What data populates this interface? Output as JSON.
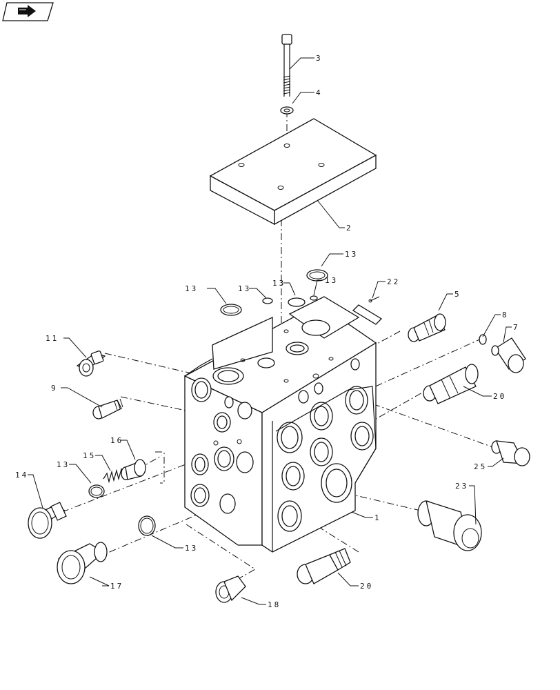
{
  "labels": {
    "p1": "1",
    "p2": "2",
    "p3": "3",
    "p4": "4",
    "p5": "5",
    "p7": "7",
    "p8": "8",
    "p9": "9",
    "p11": "11",
    "p13a": "13",
    "p13b": "13",
    "p13c": "13",
    "p13d": "13",
    "p13e": "13",
    "p13f": "13",
    "p13g": "13",
    "p14": "14",
    "p15": "15",
    "p16": "16",
    "p17": "17",
    "p18": "18",
    "p20a": "20",
    "p20b": "20",
    "p22": "22",
    "p23": "23",
    "p25": "25"
  },
  "icons": {
    "nav": "next-page-arrow-icon"
  }
}
